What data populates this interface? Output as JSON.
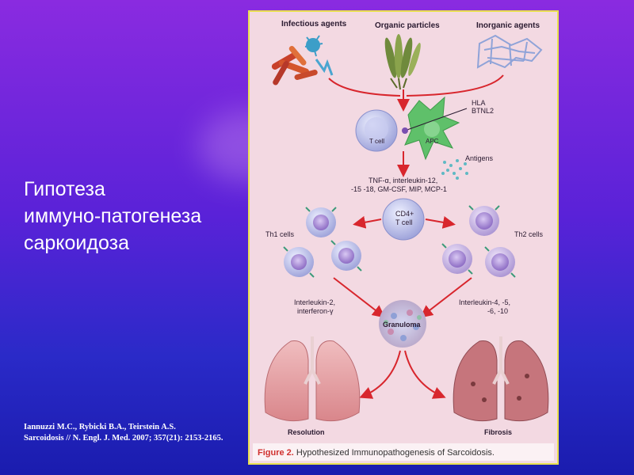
{
  "slide": {
    "title_lines": [
      "Гипотеза",
      "иммуно-патогенеза",
      "саркоидоза"
    ],
    "citation_lines": [
      "Iannuzzi M.C., Rybicki B.A., Teirstein A.S.",
      "Sarcoidosis // N. Engl. J. Med. 2007; 357(21): 2153-2165."
    ]
  },
  "figure": {
    "sources": [
      "Infectious agents",
      "Organic particles",
      "Inorganic agents"
    ],
    "labels": {
      "hla": "HLA",
      "btnl2": "BTNL2",
      "t_cell": "T cell",
      "apc": "APC",
      "antigens": "Antigens",
      "cytokines_line1": "TNF-α, interleukin-12,",
      "cytokines_line2": "-15 -18, GM-CSF, MIP, MCP-1",
      "cd4_line1": "CD4+",
      "cd4_line2": "T cell",
      "th1": "Th1 cells",
      "th2": "Th2 cells",
      "th1_cyt_line1": "Interleukin-2,",
      "th1_cyt_line2": "interferon-γ",
      "th2_cyt_line1": "Interleukin-4, -5,",
      "th2_cyt_line2": "-6, -10",
      "granuloma": "Granuloma",
      "resolution": "Resolution",
      "fibrosis": "Fibrosis"
    },
    "caption_prefix": "Figure 2.",
    "caption_text": "Hypothesized Immunopathogenesis of Sarcoidosis."
  },
  "colors": {
    "arrow": "#d8262d",
    "apc": "#5fc06a",
    "cell": "#b9bbe6",
    "th2_cell": "#c9b8e2",
    "lung": "#e3a6a8",
    "frame_border": "#e9e04f"
  }
}
